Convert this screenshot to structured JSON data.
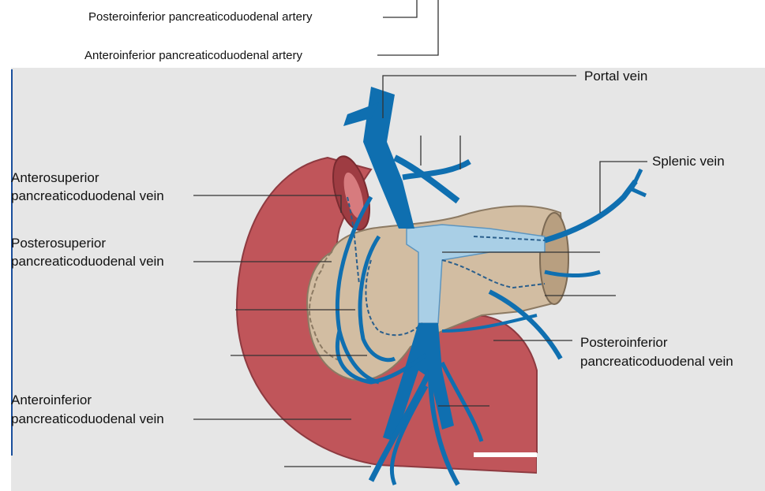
{
  "labels": {
    "posteroinferior_artery": "Posteroinferior pancreaticoduodenal artery",
    "anteroinferior_artery": "Anteroinferior pancreaticoduodenal artery",
    "portal_vein": "Portal vein",
    "splenic_vein": "Splenic vein",
    "antsup_vein_1": "Anterosuperior",
    "antsup_vein_2": "pancreaticoduodenal vein",
    "postsup_vein_1": "Posterosuperior",
    "postsup_vein_2": "pancreaticoduodenal vein",
    "antinf_vein_1": "Anteroinferior",
    "antinf_vein_2": "pancreaticoduodenal vein",
    "postinf_vein_1": "Posteroinferior",
    "postinf_vein_2": "pancreaticoduodenal vein"
  },
  "colors": {
    "background_panel": "#e6e6e6",
    "duodenum": "#c0555a",
    "duodenum_dark": "#9e3c42",
    "pancreas": "#d2bda2",
    "pancreas_outline": "#8c7a63",
    "vein": "#0f6fb0",
    "vein_light": "#a9cfe6",
    "leader_line": "#333333"
  }
}
